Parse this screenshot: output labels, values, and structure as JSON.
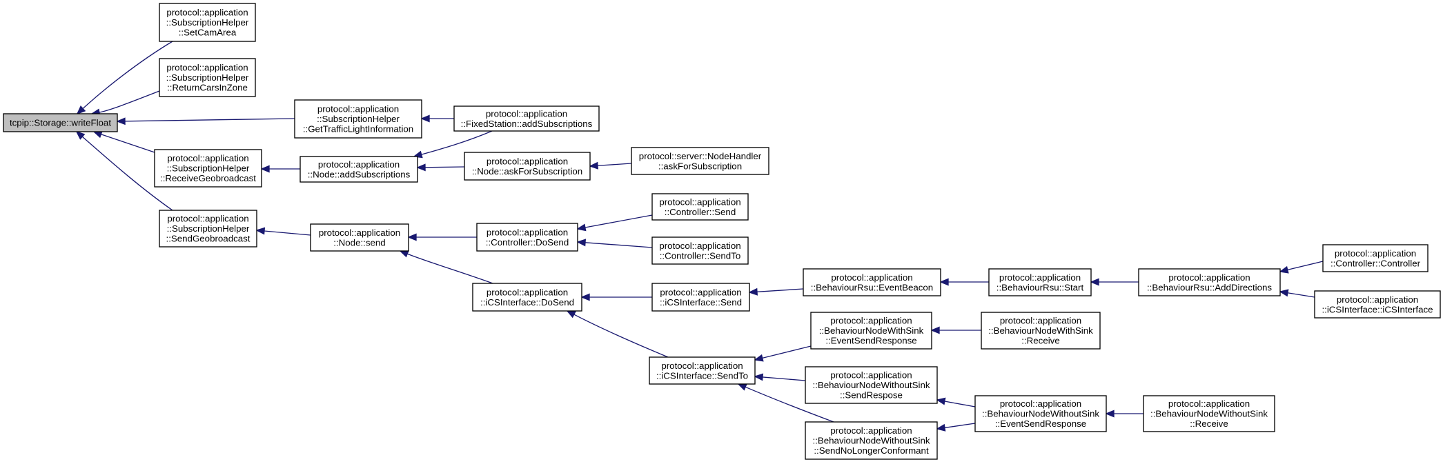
{
  "nodes": [
    {
      "id": "writefloat",
      "lines": [
        "tcpip::Storage::writeFloat"
      ],
      "root": true
    },
    {
      "id": "setcamarea",
      "lines": [
        "protocol::application",
        "::SubscriptionHelper",
        "::SetCamArea"
      ]
    },
    {
      "id": "returncars",
      "lines": [
        "protocol::application",
        "::SubscriptionHelper",
        "::ReturnCarsInZone"
      ]
    },
    {
      "id": "gettraffic",
      "lines": [
        "protocol::application",
        "::SubscriptionHelper",
        "::GetTrafficLightInformation"
      ]
    },
    {
      "id": "receivegeo",
      "lines": [
        "protocol::application",
        "::SubscriptionHelper",
        "::ReceiveGeobroadcast"
      ]
    },
    {
      "id": "sendgeo",
      "lines": [
        "protocol::application",
        "::SubscriptionHelper",
        "::SendGeobroadcast"
      ]
    },
    {
      "id": "fixedstation",
      "lines": [
        "protocol::application",
        "::FixedStation::addSubscriptions"
      ]
    },
    {
      "id": "nodeaddsubs",
      "lines": [
        "protocol::application",
        "::Node::addSubscriptions"
      ]
    },
    {
      "id": "askforsub",
      "lines": [
        "protocol::application",
        "::Node::askForSubscription"
      ]
    },
    {
      "id": "nodehandler",
      "lines": [
        "protocol::server::NodeHandler",
        "::askForSubscription"
      ]
    },
    {
      "id": "nodesend",
      "lines": [
        "protocol::application",
        "::Node::send"
      ]
    },
    {
      "id": "ctrldosend",
      "lines": [
        "protocol::application",
        "::Controller::DoSend"
      ]
    },
    {
      "id": "ctrlsend",
      "lines": [
        "protocol::application",
        "::Controller::Send"
      ]
    },
    {
      "id": "ctrlsendto",
      "lines": [
        "protocol::application",
        "::Controller::SendTo"
      ]
    },
    {
      "id": "icsdosend",
      "lines": [
        "protocol::application",
        "::iCSInterface::DoSend"
      ]
    },
    {
      "id": "icssend",
      "lines": [
        "protocol::application",
        "::iCSInterface::Send"
      ]
    },
    {
      "id": "eventbeacon",
      "lines": [
        "protocol::application",
        "::BehaviourRsu::EventBeacon"
      ]
    },
    {
      "id": "rsustart",
      "lines": [
        "protocol::application",
        "::BehaviourRsu::Start"
      ]
    },
    {
      "id": "adddirections",
      "lines": [
        "protocol::application",
        "::BehaviourRsu::AddDirections"
      ]
    },
    {
      "id": "ctrlctor",
      "lines": [
        "protocol::application",
        "::Controller::Controller"
      ]
    },
    {
      "id": "icsctor",
      "lines": [
        "protocol::application",
        "::iCSInterface::iCSInterface"
      ]
    },
    {
      "id": "icssendto",
      "lines": [
        "protocol::application",
        "::iCSInterface::SendTo"
      ]
    },
    {
      "id": "withsinkevent",
      "lines": [
        "protocol::application",
        "::BehaviourNodeWithSink",
        "::EventSendResponse"
      ]
    },
    {
      "id": "withsinkreceive",
      "lines": [
        "protocol::application",
        "::BehaviourNodeWithSink",
        "::Receive"
      ]
    },
    {
      "id": "withoutsendresp",
      "lines": [
        "protocol::application",
        "::BehaviourNodeWithoutSink",
        "::SendRespose"
      ]
    },
    {
      "id": "withoutnolonger",
      "lines": [
        "protocol::application",
        "::BehaviourNodeWithoutSink",
        "::SendNoLongerConformant"
      ]
    },
    {
      "id": "withoutevent",
      "lines": [
        "protocol::application",
        "::BehaviourNodeWithoutSink",
        "::EventSendResponse"
      ]
    },
    {
      "id": "withoutreceive",
      "lines": [
        "protocol::application",
        "::BehaviourNodeWithoutSink",
        "::Receive"
      ]
    }
  ],
  "edges": [
    {
      "from": "setcamarea",
      "to": "writefloat"
    },
    {
      "from": "returncars",
      "to": "writefloat"
    },
    {
      "from": "gettraffic",
      "to": "writefloat"
    },
    {
      "from": "receivegeo",
      "to": "writefloat"
    },
    {
      "from": "sendgeo",
      "to": "writefloat"
    },
    {
      "from": "fixedstation",
      "to": "gettraffic"
    },
    {
      "from": "nodeaddsubs",
      "to": "receivegeo"
    },
    {
      "from": "fixedstation",
      "to": "nodeaddsubs"
    },
    {
      "from": "askforsub",
      "to": "nodeaddsubs"
    },
    {
      "from": "nodehandler",
      "to": "askforsub"
    },
    {
      "from": "nodesend",
      "to": "sendgeo"
    },
    {
      "from": "ctrldosend",
      "to": "nodesend"
    },
    {
      "from": "icsdosend",
      "to": "nodesend"
    },
    {
      "from": "ctrlsend",
      "to": "ctrldosend"
    },
    {
      "from": "ctrlsendto",
      "to": "ctrldosend"
    },
    {
      "from": "icssend",
      "to": "icsdosend"
    },
    {
      "from": "icssendto",
      "to": "icsdosend"
    },
    {
      "from": "eventbeacon",
      "to": "icssend"
    },
    {
      "from": "rsustart",
      "to": "eventbeacon"
    },
    {
      "from": "adddirections",
      "to": "rsustart"
    },
    {
      "from": "ctrlctor",
      "to": "adddirections"
    },
    {
      "from": "icsctor",
      "to": "adddirections"
    },
    {
      "from": "withsinkevent",
      "to": "icssendto"
    },
    {
      "from": "withoutsendresp",
      "to": "icssendto"
    },
    {
      "from": "withoutnolonger",
      "to": "icssendto"
    },
    {
      "from": "withsinkreceive",
      "to": "withsinkevent"
    },
    {
      "from": "withoutevent",
      "to": "withoutsendresp"
    },
    {
      "from": "withoutevent",
      "to": "withoutnolonger"
    },
    {
      "from": "withoutreceive",
      "to": "withoutevent"
    }
  ]
}
